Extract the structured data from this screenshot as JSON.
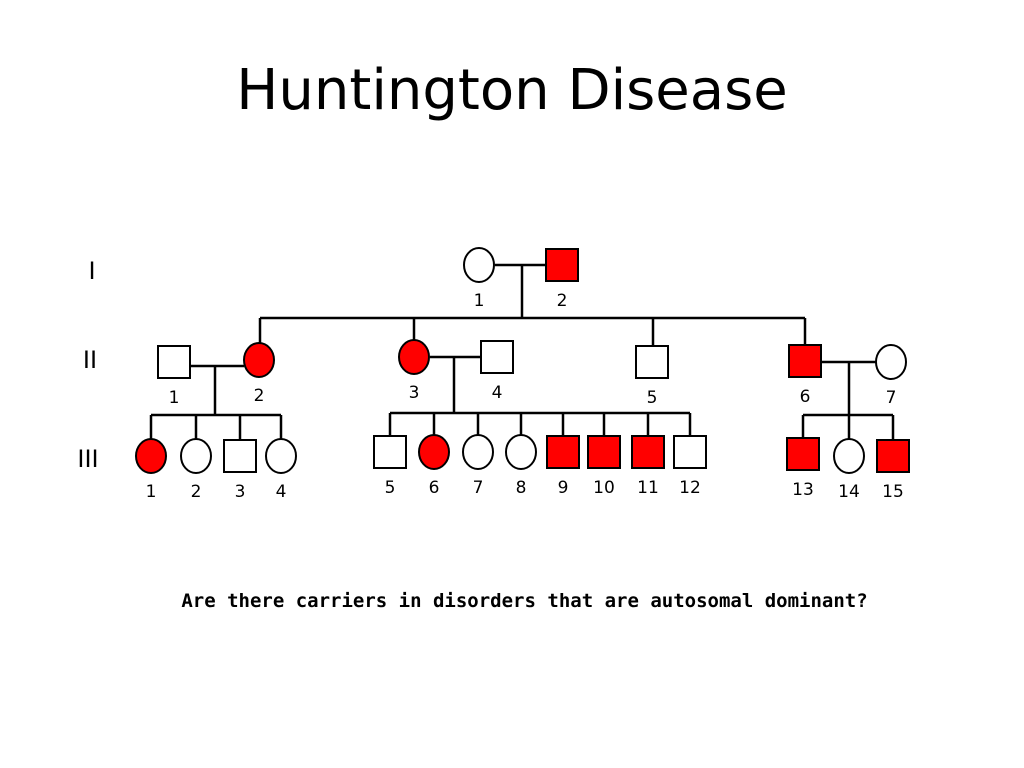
{
  "title": "Huntington Disease",
  "question": "Are there carriers in disorders that are autosomal dominant?",
  "colors": {
    "affected": "#ff0000",
    "unaffected": "#ffffff",
    "line": "#000000"
  },
  "generations": [
    "I",
    "II",
    "III"
  ],
  "individuals": {
    "I-1": {
      "label": "1",
      "sex": "female",
      "affected": false
    },
    "I-2": {
      "label": "2",
      "sex": "male",
      "affected": true
    },
    "II-1": {
      "label": "1",
      "sex": "male",
      "affected": false
    },
    "II-2": {
      "label": "2",
      "sex": "female",
      "affected": true
    },
    "II-3": {
      "label": "3",
      "sex": "female",
      "affected": true
    },
    "II-4": {
      "label": "4",
      "sex": "male",
      "affected": false
    },
    "II-5": {
      "label": "5",
      "sex": "male",
      "affected": false
    },
    "II-6": {
      "label": "6",
      "sex": "male",
      "affected": true
    },
    "II-7": {
      "label": "7",
      "sex": "female",
      "affected": false
    },
    "III-1": {
      "label": "1",
      "sex": "female",
      "affected": true
    },
    "III-2": {
      "label": "2",
      "sex": "female",
      "affected": false
    },
    "III-3": {
      "label": "3",
      "sex": "male",
      "affected": false
    },
    "III-4": {
      "label": "4",
      "sex": "female",
      "affected": false
    },
    "III-5": {
      "label": "5",
      "sex": "male",
      "affected": false
    },
    "III-6": {
      "label": "6",
      "sex": "female",
      "affected": true
    },
    "III-7": {
      "label": "7",
      "sex": "female",
      "affected": false
    },
    "III-8": {
      "label": "8",
      "sex": "female",
      "affected": false
    },
    "III-9": {
      "label": "9",
      "sex": "male",
      "affected": true
    },
    "III-10": {
      "label": "10",
      "sex": "male",
      "affected": true
    },
    "III-11": {
      "label": "11",
      "sex": "male",
      "affected": true
    },
    "III-12": {
      "label": "12",
      "sex": "male",
      "affected": false
    },
    "III-13": {
      "label": "13",
      "sex": "male",
      "affected": true
    },
    "III-14": {
      "label": "14",
      "sex": "female",
      "affected": false
    },
    "III-15": {
      "label": "15",
      "sex": "male",
      "affected": true
    }
  }
}
